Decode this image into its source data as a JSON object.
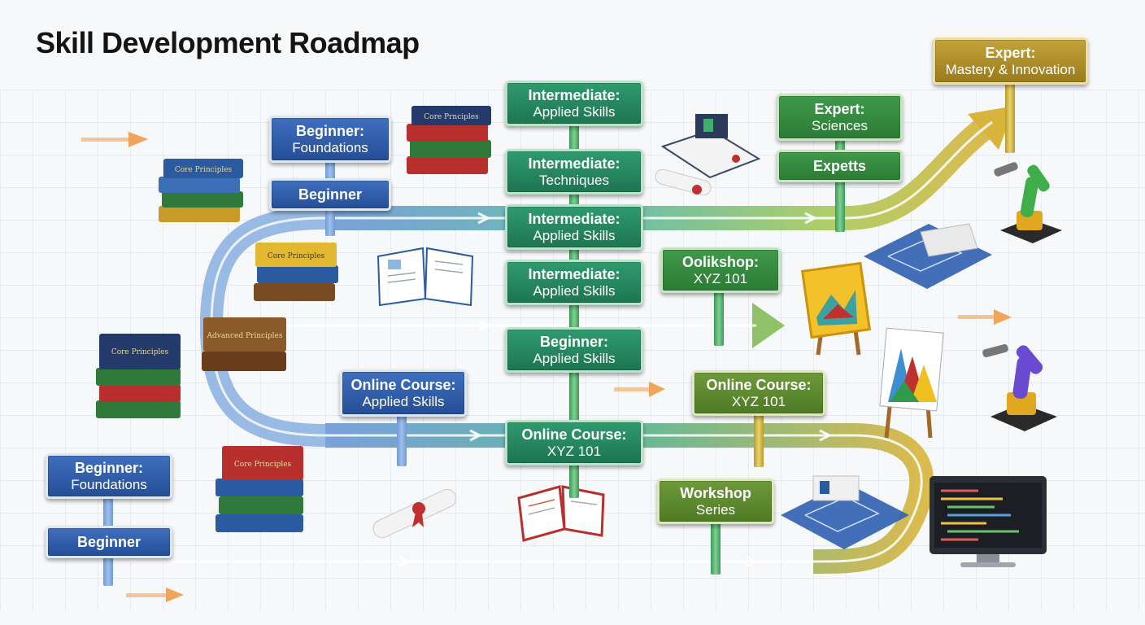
{
  "title": "Skill Development Roadmap",
  "signs": {
    "beginner_foundations_top": {
      "line1": "Beginner:",
      "line2": "Foundations"
    },
    "beginner_top": {
      "label": "Beginner"
    },
    "intermediate_applied_1": {
      "line1": "Intermediate:",
      "line2": "Applied Skills"
    },
    "intermediate_techniques": {
      "line1": "Intermediate:",
      "line2": "Techniques"
    },
    "intermediate_applied_2": {
      "line1": "Intermediate:",
      "line2": "Applied Skills"
    },
    "intermediate_applied_3": {
      "line1": "Intermediate:",
      "line2": "Applied Skills"
    },
    "beginner_applied": {
      "line1": "Beginner:",
      "line2": "Applied Skills"
    },
    "online_course_center": {
      "line1": "Online Course:",
      "line2": "XYZ 101"
    },
    "online_course_applied": {
      "line1": "Online Course:",
      "line2": "Applied Skills"
    },
    "workshop_xyz": {
      "line1": "Oolikshop:",
      "line2": "XYZ 101"
    },
    "online_course_right": {
      "line1": "Online Course:",
      "line2": "XYZ 101"
    },
    "workshop_series": {
      "line1": "Workshop",
      "line2": "Series"
    },
    "expert_sciences": {
      "line1": "Expert:",
      "line2": "Sciences"
    },
    "expetts": {
      "label": "Expetts"
    },
    "expert_mastery": {
      "line1": "Expert:",
      "line2": "Mastery & Innovation"
    },
    "beginner_foundations_bottom": {
      "line1": "Beginner:",
      "line2": "Foundations"
    },
    "beginner_bottom": {
      "label": "Beginner"
    }
  },
  "book_labels": {
    "core_principles": "Core Principles",
    "core_prnciples": "Core Prnciples",
    "advanced_principles": "Advanced Principles"
  },
  "colors": {
    "blue": "#3f6fbf",
    "teal": "#2f9a6f",
    "green": "#3f9a4a",
    "gold": "#c2a23a",
    "accent_arrow": "#f0a55a"
  },
  "icons": [
    "book-stack-icon",
    "open-book-icon",
    "diploma-scroll-icon",
    "blueprint-icon",
    "easel-painting-icon",
    "robot-arm-icon",
    "monitor-code-icon",
    "arrow-right-icon"
  ]
}
